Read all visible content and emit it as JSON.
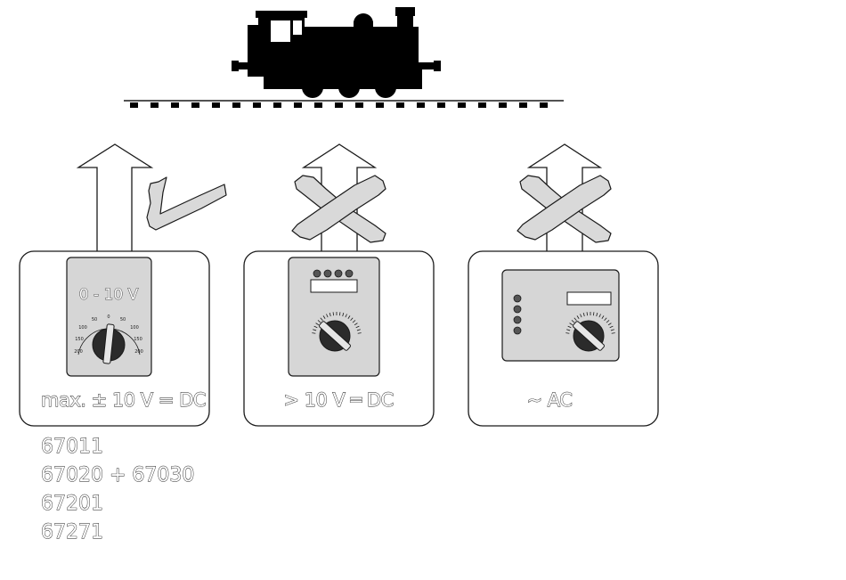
{
  "diagram": {
    "controllers": [
      {
        "id": "dc-variable",
        "display": "0 - 10 V",
        "scale_labels": [
          "0",
          "50",
          "50",
          "100",
          "100",
          "150",
          "150",
          "200",
          "200"
        ],
        "label": "max. ± 10 V = DC",
        "verdict": "check"
      },
      {
        "id": "dc-high",
        "label": "> 10 V ═ DC",
        "verdict": "cross"
      },
      {
        "id": "ac",
        "label": "~ AC",
        "verdict": "cross"
      }
    ],
    "article_numbers": [
      "67011",
      "67020 + 67030",
      "67201",
      "67271"
    ]
  },
  "colors": {
    "line": "#1a1a1a",
    "panel": "#d6d6d6",
    "mark": "#d9d9d9"
  }
}
